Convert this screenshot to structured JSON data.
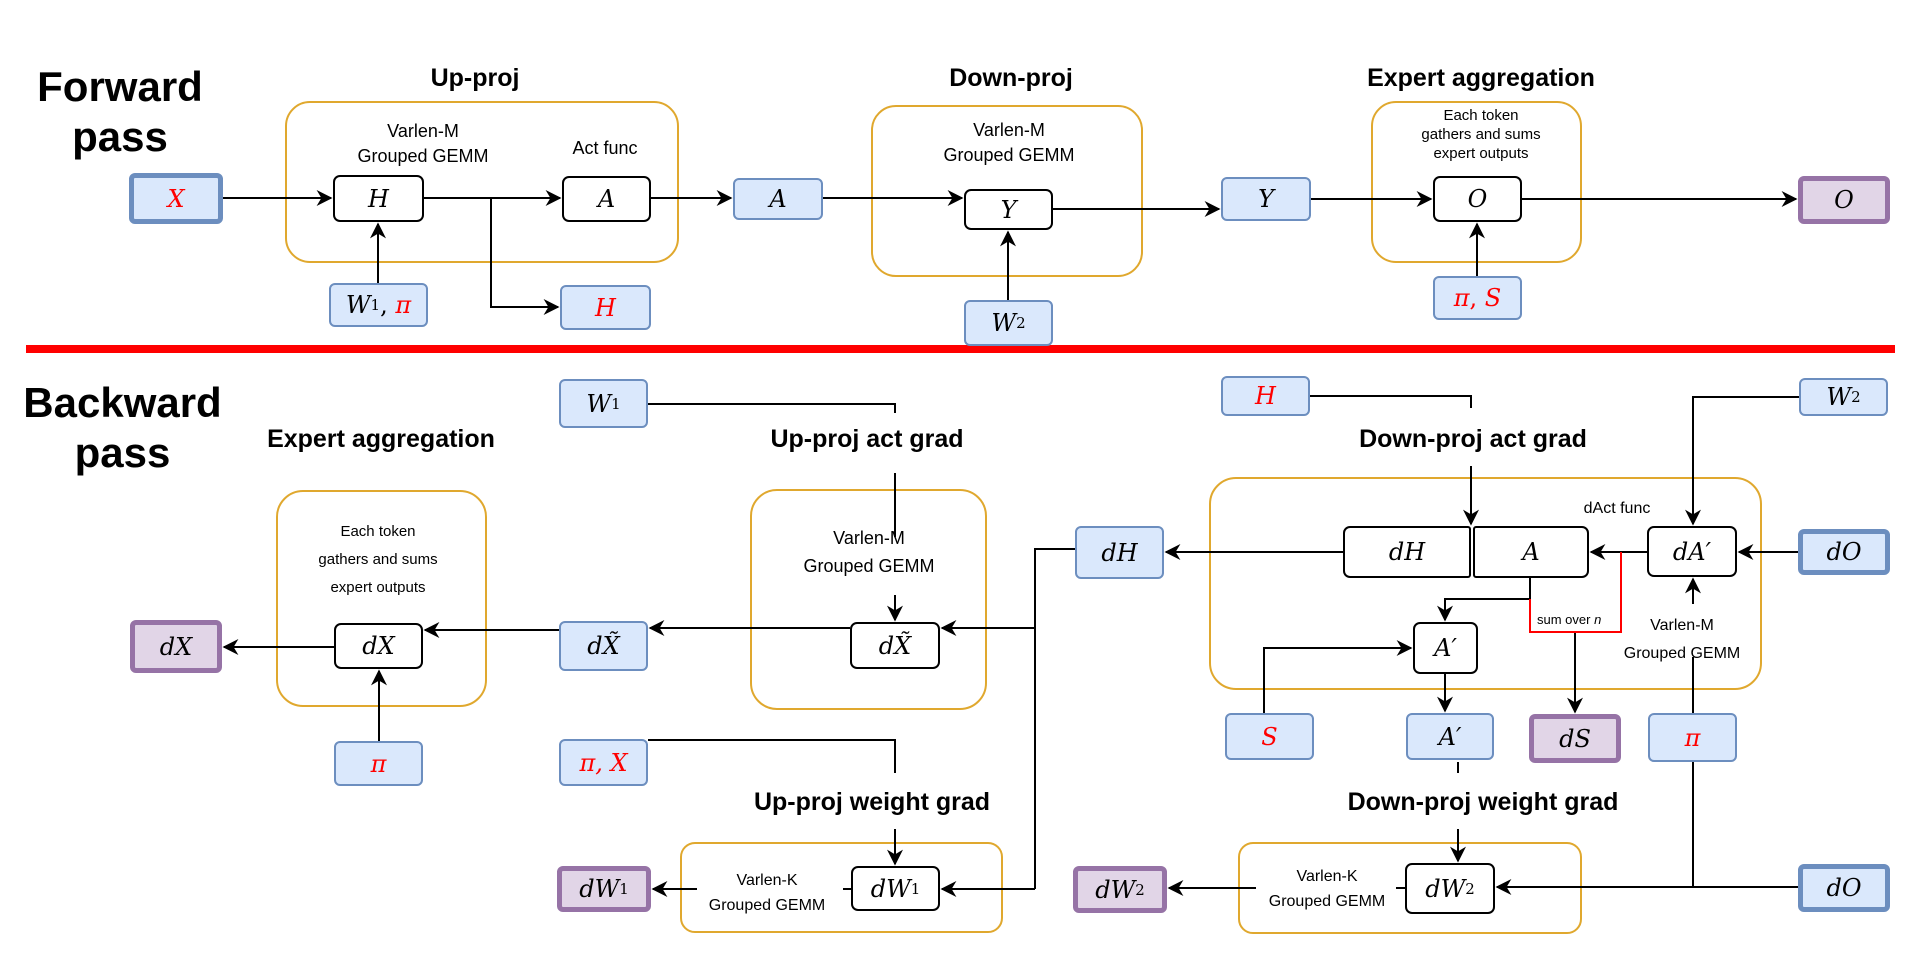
{
  "forward": {
    "section_label_line1": "Forward",
    "section_label_line2": "pass",
    "up_proj": {
      "title": "Up-proj",
      "gemm_label_line1": "Varlen-M",
      "gemm_label_line2": "Grouped GEMM",
      "act_label": "Act func",
      "op_h": "H",
      "op_a": "A"
    },
    "down_proj": {
      "title": "Down-proj",
      "gemm_label_line1": "Varlen-M",
      "gemm_label_line2": "Grouped GEMM",
      "op_y": "Y"
    },
    "expert_aggregation": {
      "title": "Expert aggregation",
      "note_line1": "Each token",
      "note_line2": "gathers and sums",
      "note_line3": "expert outputs",
      "op_o": "O"
    },
    "tensors": {
      "input_x": "X",
      "w1": "W",
      "w1_sub": "1",
      "w1_pi": "π",
      "saved_h": "H",
      "a": "A",
      "w2": "W",
      "w2_sub": "2",
      "y": "Y",
      "pi": "π",
      "s": "S",
      "output_o": "O"
    }
  },
  "backward": {
    "section_label_line1": "Backward",
    "section_label_line2": "pass",
    "expert_aggregation": {
      "title": "Expert aggregation",
      "note_line1": "Each token",
      "note_line2": "gathers and sums",
      "note_line3": "expert outputs",
      "op_dx": "dX"
    },
    "up_proj_act_grad": {
      "title": "Up-proj act grad",
      "gemm_label_line1": "Varlen-M",
      "gemm_label_line2": "Grouped GEMM",
      "op_dx_tilde": "dX̃"
    },
    "down_proj_act_grad": {
      "title": "Down-proj act grad",
      "dact_label": "dAct func",
      "gemm_label_line1": "Varlen-M",
      "gemm_label_line2": "Grouped GEMM",
      "sum_label": "sum over ",
      "sum_var": "n",
      "op_dh": "dH",
      "op_a": "A",
      "op_da_prime": "dA′",
      "op_a_prime": "A′"
    },
    "up_proj_weight_grad": {
      "title": "Up-proj weight grad",
      "gemm_label_line1": "Varlen-K",
      "gemm_label_line2": "Grouped GEMM",
      "op_dw1": "dW",
      "op_dw1_sub": "1"
    },
    "down_proj_weight_grad": {
      "title": "Down-proj weight grad",
      "gemm_label_line1": "Varlen-K",
      "gemm_label_line2": "Grouped GEMM",
      "op_dw2": "dW",
      "op_dw2_sub": "2"
    },
    "tensors": {
      "w1": "W",
      "w1_sub": "1",
      "h": "H",
      "w2": "W",
      "w2_sub": "2",
      "dh": "dH",
      "do_top": "dO",
      "do_bottom": "dO",
      "dx_tilde": "dX̃",
      "dx_out": "dX",
      "pi_agg": "π",
      "pi_x_pi": "π, ",
      "pi_x_x": "X",
      "s": "S",
      "a_prime": "A′",
      "ds_out": "dS",
      "pi_down": "π",
      "dw1_out": "dW",
      "dw1_out_sub": "1",
      "dw2_out": "dW",
      "dw2_out_sub": "2"
    }
  },
  "colors": {
    "input_fill": "#dae8fc",
    "input_border": "#6c8ebf",
    "output_fill": "#e1d5e7",
    "output_border": "#9673a6",
    "group_border": "#e0a82e",
    "divider": "#ff0000",
    "saved_tensor_text": "#ff0000"
  }
}
